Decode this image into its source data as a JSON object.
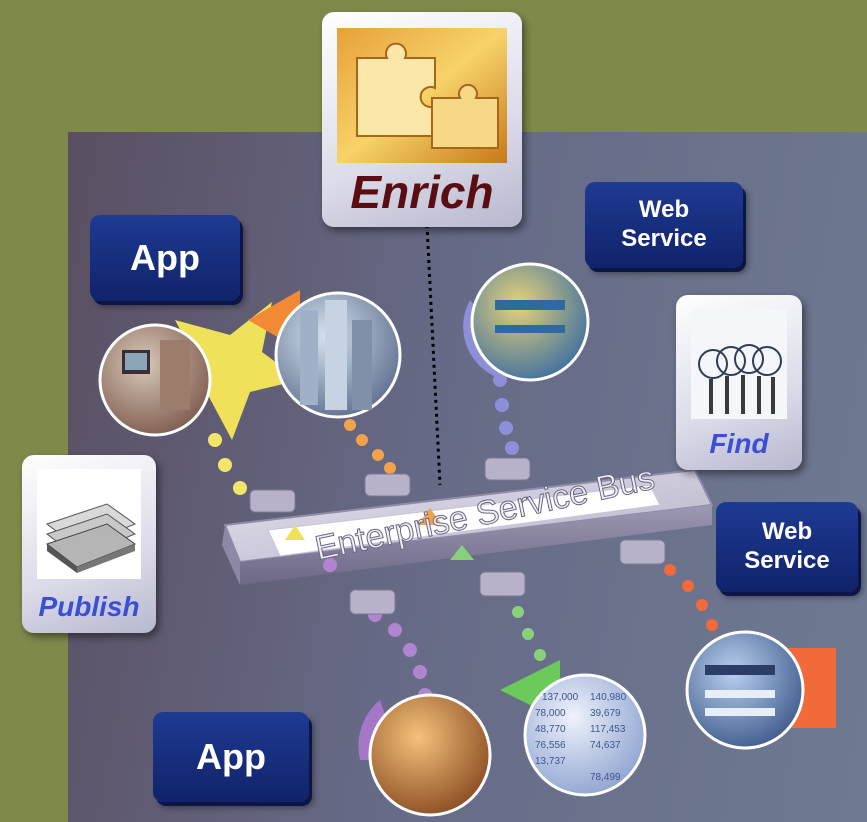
{
  "labels": {
    "enrich": "Enrich",
    "find": "Find",
    "publish": "Publish",
    "app_top": "App",
    "app_bottom": "App",
    "web_service_top": "Web\nService",
    "web_service_right": "Web\nService",
    "bus": "Enterprise Service Bus"
  },
  "table_values": [
    "137,000",
    "140,980",
    "78,000",
    "39,679",
    "48,770",
    "117,453",
    "76,556",
    "74,637",
    "13,737",
    "78,499"
  ],
  "colors": {
    "background": "#7f8a4a",
    "label_fill": "#1f3a93",
    "enrich_text": "#5a0d12",
    "find_text": "#3a4fd6"
  },
  "icons": [
    "puzzle-icon",
    "magnifier-icon",
    "newspaper-stack-icon",
    "star-shape",
    "triangle-shape",
    "circle-photo"
  ]
}
